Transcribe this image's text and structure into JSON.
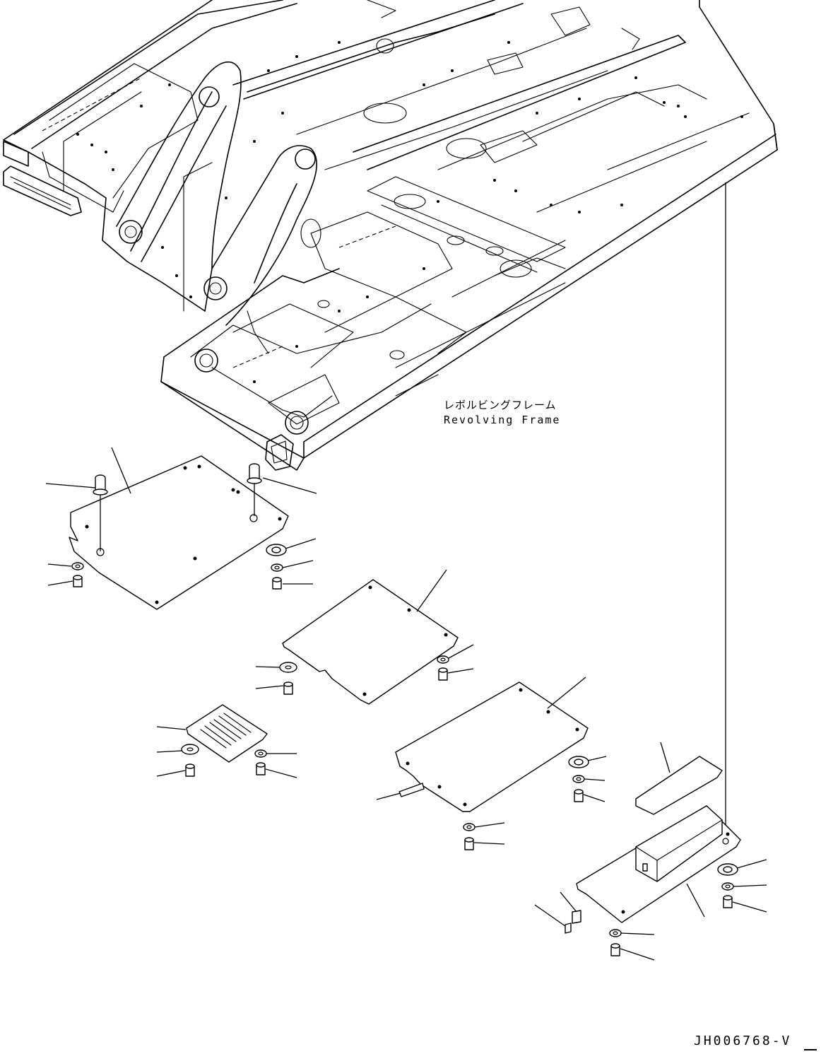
{
  "frame_label": {
    "japanese": "レボルビングフレーム",
    "english": "Revolving Frame"
  },
  "drawing_code": "JH006768-V"
}
